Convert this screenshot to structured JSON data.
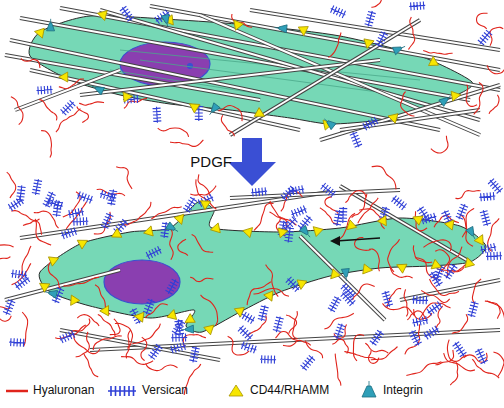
{
  "diagram": {
    "labels": [
      "PDGF"
    ],
    "legend": [
      {
        "text": "Hyaluronan"
      },
      {
        "text": "Versican"
      },
      {
        "text": "CD44/RHAMM"
      },
      {
        "text": "Integrin"
      }
    ]
  }
}
